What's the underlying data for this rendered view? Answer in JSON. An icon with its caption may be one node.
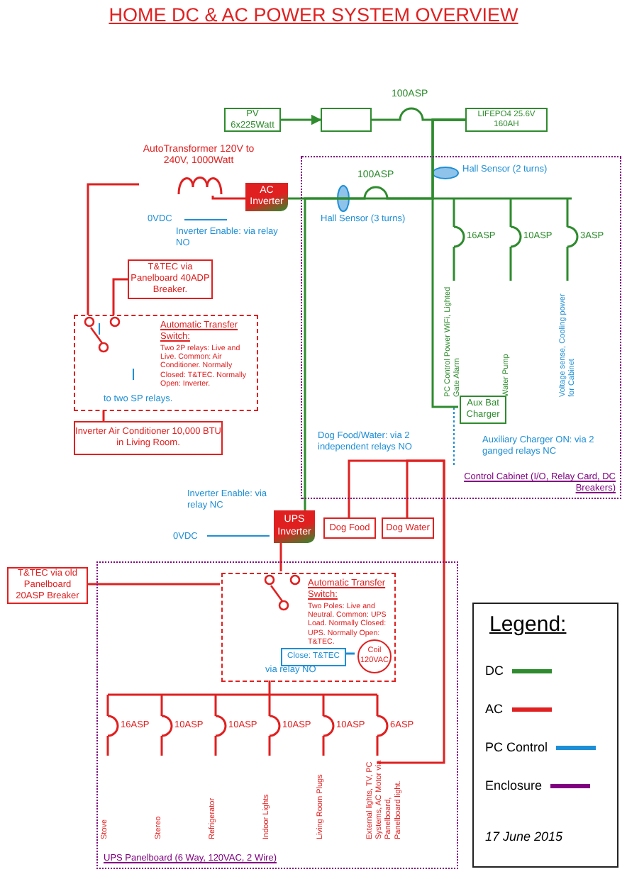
{
  "diagram": {
    "title": "HOME DC & AC POWER SYSTEM OVERVIEW",
    "nodes": [
      {
        "text": [
          "PV 6x225Watt"
        ]
      },
      {
        "text": [],
        "shape": "box"
      },
      {
        "text": [
          "LIFEPO4 25.6V 160AH"
        ]
      },
      {
        "text": [
          "AutoTransformer 120V to 240V, 1000Watt"
        ]
      },
      {
        "text": [
          "AC Inverter"
        ]
      },
      {
        "text": [
          "T&TEC via Panelboard 40ADP Breaker."
        ]
      },
      {
        "text": [
          "Automatic Transfer Switch:",
          "Two 2P relays: Live and Live. Common: Air Conditioner. Normally Closed: T&TEC. Normally Open: Inverter.",
          "to two SP relays."
        ]
      },
      {
        "text": [
          "Inverter Air Conditioner 10,000 BTU in Living Room."
        ]
      },
      {
        "text": [
          "Control Cabinet (I/O, Relay Card, DC Breakers)"
        ]
      },
      {
        "text": [
          "Aux Bat Charger"
        ],
        "in": 8
      },
      {
        "text": [
          "UPS Inverter"
        ]
      },
      {
        "text": [
          "Dog Food"
        ]
      },
      {
        "text": [
          "Dog Water"
        ]
      },
      {
        "text": [
          "T&TEC via old Panelboard 20ASP Breaker"
        ]
      },
      {
        "text": [
          "UPS Panelboard (6 Way, 120VAC, 2 Wire)"
        ]
      },
      {
        "text": [
          "Automatic Transfer Switch:",
          "Two Poles: Live and Neutral. Common: UPS Load. Normally Closed: UPS. Normally Open: T&TEC.",
          "via relay NO"
        ],
        "in": 14
      },
      {
        "text": [
          "Close: T&TEC"
        ],
        "in": 15
      },
      {
        "text": [
          "Coil 120VAC"
        ],
        "in": 15
      }
    ],
    "edges": [
      {
        "from": 0,
        "to": 1,
        "arrow": "to",
        "color": "#2e8b2e"
      },
      {
        "from": 1,
        "to": 2,
        "arrow": "none",
        "label": "100ASP",
        "color": "#2e8b2e"
      },
      {
        "from": 2,
        "to": 4,
        "arrow": "none",
        "label": "100ASP",
        "color": "#2e8b2e"
      },
      {
        "from": 2,
        "to": 9,
        "arrow": "none",
        "color": "#2e8b2e"
      },
      {
        "from": 2,
        "to": 10,
        "arrow": "none",
        "color": "#2e8b2e"
      },
      {
        "from": 4,
        "to": 3,
        "arrow": "none"
      },
      {
        "from": 3,
        "to": 6,
        "arrow": "none"
      },
      {
        "from": 5,
        "to": 6,
        "arrow": "none"
      },
      {
        "from": 6,
        "to": 7,
        "arrow": "none"
      },
      {
        "from": 10,
        "to": 15,
        "arrow": "none"
      },
      {
        "from": 13,
        "to": 15,
        "arrow": "none"
      },
      {
        "from": 14,
        "to": 11,
        "arrow": "none"
      },
      {
        "from": 14,
        "to": 12,
        "arrow": "none"
      },
      {
        "from": 16,
        "to": 17,
        "arrow": "none",
        "color": "#1e8fd6"
      }
    ],
    "labels": [
      "Hall Sensor (2 turns)",
      "0VDC",
      "Inverter Enable: via relay NO",
      "Hall Sensor (3 turns)",
      "16ASP",
      "10ASP",
      "3ASP",
      "PC Control Power WiFi, Lighted Gate Alarm",
      "Water Pump",
      "Voltage sense, Cooling power for Cabinet",
      "Dog Food/Water: via 2 independent relays NO",
      "Auxiliary Charger ON: via 2 ganged relays NC",
      "Inverter Enable: via relay NC",
      "0VDC",
      "16ASP",
      "10ASP",
      "10ASP",
      "10ASP",
      "10ASP",
      "6ASP",
      "Stove",
      "Stereo",
      "Refrigerator",
      "Indoor Lights",
      "Living Room Plugs",
      "External lights, TV, PC Systems, AC Motor via Panelboard, Panelboard light.",
      "Legend:",
      "17 June 2015"
    ],
    "legend": [
      {
        "text": "DC"
      },
      {
        "text": "AC"
      },
      {
        "text": "PC Control"
      },
      {
        "text": "Enclosure"
      }
    ]
  }
}
